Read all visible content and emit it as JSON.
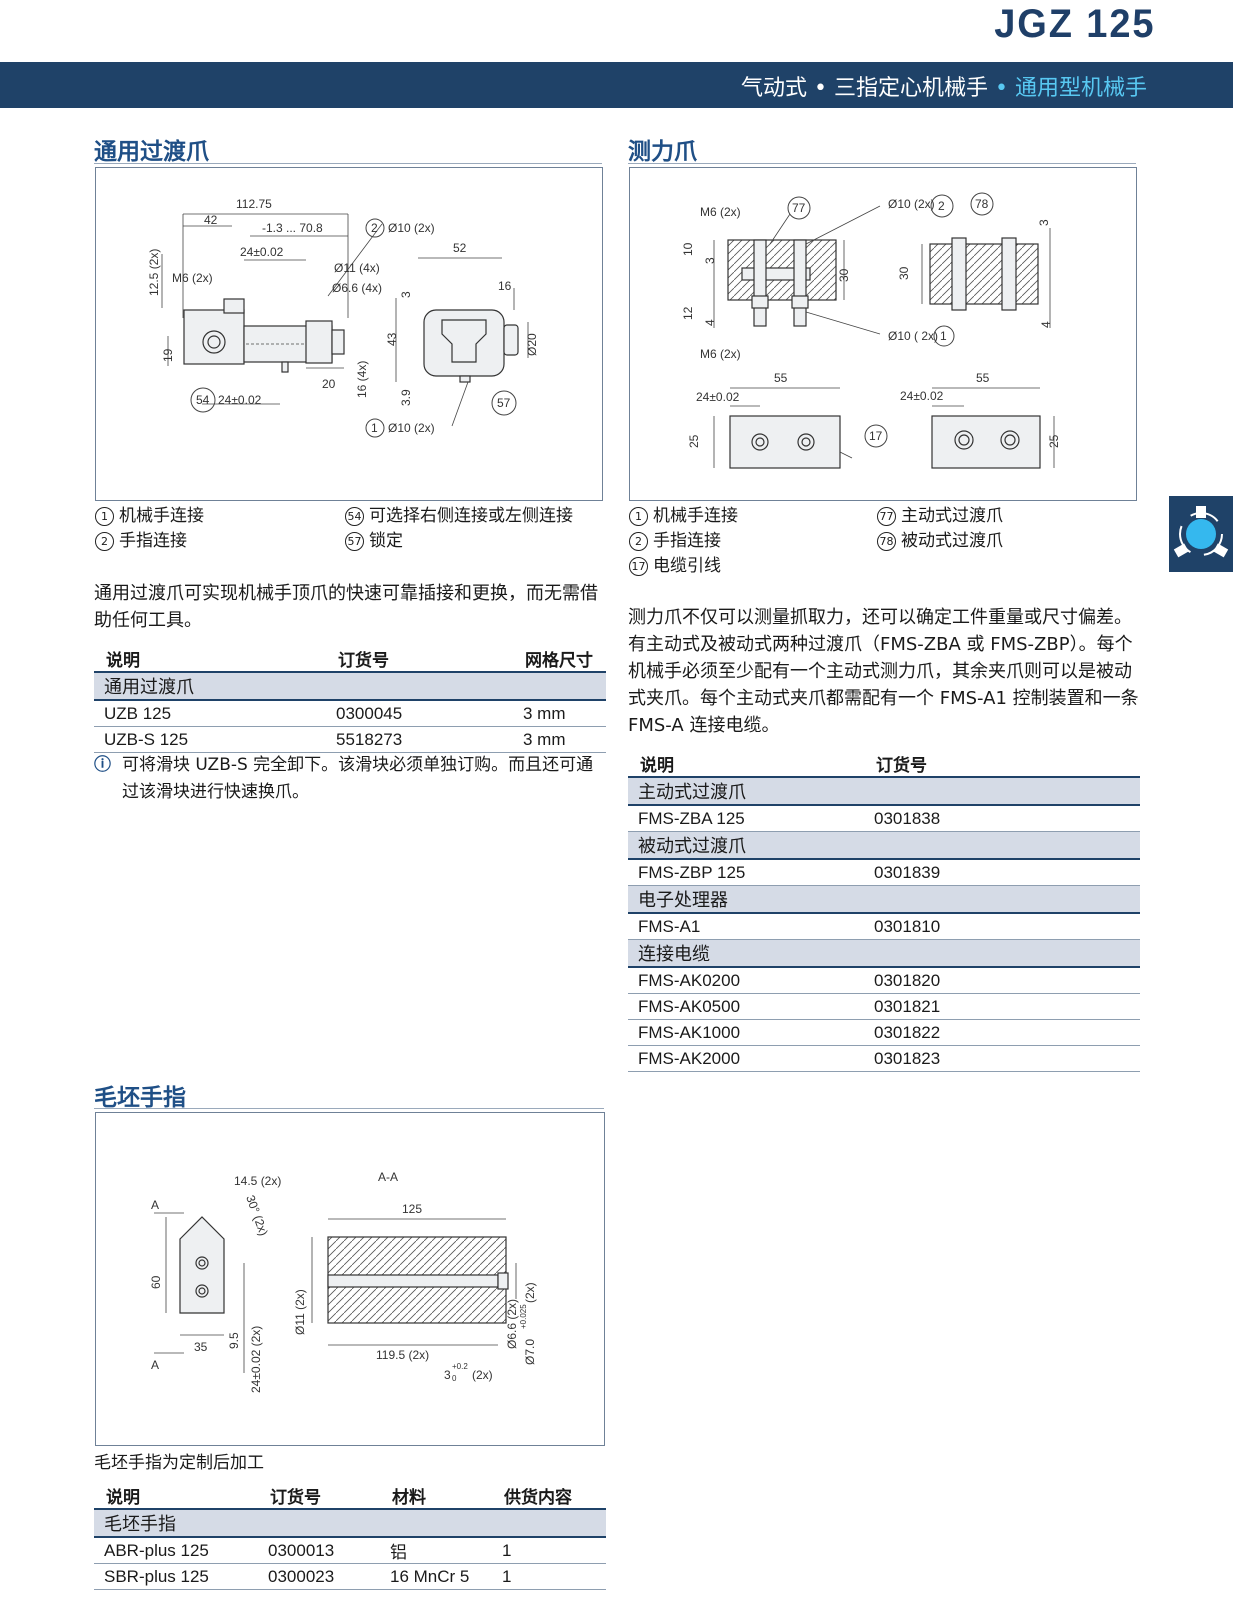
{
  "header": {
    "model": "JGZ 125",
    "breadcrumb_main": "气动式 • 三指定心机械手",
    "breadcrumb_highlight": "• 通用型机械手"
  },
  "colors": {
    "band": "#1f4268",
    "highlight": "#58c8f2",
    "title": "#1f4f86",
    "table_group_bg": "#d5dbe6"
  },
  "universal": {
    "title": "通用过渡爪",
    "drawing_labels": {
      "d112": "112.75",
      "d42": "42",
      "drange": "-1.3 ... 70.8",
      "d24": "24±0.02",
      "d125": "12.5 (2x)",
      "m6": "M6 (2x)",
      "d19": "19",
      "d20": "20",
      "d16_4x": "16 (4x)",
      "o11": "Ø11 (4x)",
      "o66": "Ø6.6 (4x)",
      "o10top": "Ø10 (2x)",
      "d52": "52",
      "d3": "3",
      "d16": "16",
      "d43": "43",
      "o20": "Ø20",
      "d39": "3.9",
      "o10bottom": "Ø10 (2x)",
      "d24bottom": "24±0.02",
      "c2": "2",
      "c1": "1",
      "c54": "54",
      "c57": "57"
    },
    "legend": [
      {
        "num": "1",
        "text": "机械手连接"
      },
      {
        "num": "2",
        "text": "手指连接"
      },
      {
        "num": "54",
        "text": "可选择右侧连接或左侧连接"
      },
      {
        "num": "57",
        "text": "锁定"
      }
    ],
    "description": "通用过渡爪可实现机械手顶爪的快速可靠插接和更换，而无需借助任何工具。",
    "table": {
      "headers": [
        "说明",
        "订货号",
        "网格尺寸"
      ],
      "group": "通用过渡爪",
      "rows": [
        [
          "UZB 125",
          "0300045",
          "3 mm"
        ],
        [
          "UZB-S 125",
          "5518273",
          "3 mm"
        ]
      ]
    },
    "note": "可将滑块 UZB-S 完全卸下。该滑块必须单独订购。而且还可通过该滑块进行快速换爪。"
  },
  "force": {
    "title": "测力爪",
    "drawing_labels": {
      "m6top": "M6 (2x)",
      "c77": "77",
      "o10top": "Ø10 (2x)",
      "c2": "2",
      "c78": "78",
      "d3": "3",
      "d10": "10",
      "d3b": "3",
      "d30a": "30",
      "d30b": "30",
      "d12": "12",
      "d4": "4",
      "d4b": "4",
      "o10bottom": "Ø10 ( 2x)",
      "c1": "1",
      "m6bottom": "M6 (2x)",
      "d55a": "55",
      "d24a": "24±0.02",
      "d55b": "55",
      "d24b": "24±0.02",
      "d25a": "25",
      "d25b": "25",
      "c17": "17"
    },
    "legend": [
      {
        "num": "1",
        "text": "机械手连接"
      },
      {
        "num": "2",
        "text": "手指连接"
      },
      {
        "num": "17",
        "text": "电缆引线"
      },
      {
        "num": "77",
        "text": "主动式过渡爪"
      },
      {
        "num": "78",
        "text": "被动式过渡爪"
      }
    ],
    "description": "测力爪不仅可以测量抓取力，还可以确定工件重量或尺寸偏差。有主动式及被动式两种过渡爪（FMS-ZBA 或 FMS-ZBP）。每个机械手必须至少配有一个主动式测力爪，其余夹爪则可以是被动式夹爪。每个主动式夹爪都需配有一个 FMS-A1 控制装置和一条 FMS-A 连接电缆。",
    "table": {
      "headers": [
        "说明",
        "订货号"
      ],
      "groups": [
        {
          "name": "主动式过渡爪",
          "rows": [
            [
              "FMS-ZBA 125",
              "0301838"
            ]
          ]
        },
        {
          "name": "被动式过渡爪",
          "rows": [
            [
              "FMS-ZBP 125",
              "0301839"
            ]
          ]
        },
        {
          "name": "电子处理器",
          "rows": [
            [
              "FMS-A1",
              "0301810"
            ]
          ]
        },
        {
          "name": "连接电缆",
          "rows": [
            [
              "FMS-AK0200",
              "0301820"
            ],
            [
              "FMS-AK0500",
              "0301821"
            ],
            [
              "FMS-AK1000",
              "0301822"
            ],
            [
              "FMS-AK2000",
              "0301823"
            ]
          ]
        }
      ]
    }
  },
  "blank": {
    "title": "毛坯手指",
    "drawing_labels": {
      "a_top": "A",
      "a_bottom": "A",
      "aa": "A-A",
      "d145": "14.5 (2x)",
      "ang": "30° (2x)",
      "d60": "60",
      "d35": "35",
      "d95": "9.5",
      "d24": "24±0.02 (2x)",
      "d125": "125",
      "o11": "Ø11 (2x)",
      "d1195": "119.5 (2x)",
      "d3": "3",
      "d3tol": "+0.2",
      "d3tol0": "0",
      "d3x": "(2x)",
      "o66": "Ø6.6 (2x)",
      "o7": "Ø7.0",
      "o7tol": "+0.025",
      "o7x": "(2x)"
    },
    "caption": "毛坯手指为定制后加工",
    "table": {
      "headers": [
        "说明",
        "订货号",
        "材料",
        "供货内容"
      ],
      "group": "毛坯手指",
      "rows": [
        [
          "ABR-plus 125",
          "0300013",
          "铝",
          "1"
        ],
        [
          "SBR-plus 125",
          "0300023",
          "16 MnCr 5",
          "1"
        ]
      ]
    }
  },
  "side_tab_icon": "three-finger-gripper-icon"
}
